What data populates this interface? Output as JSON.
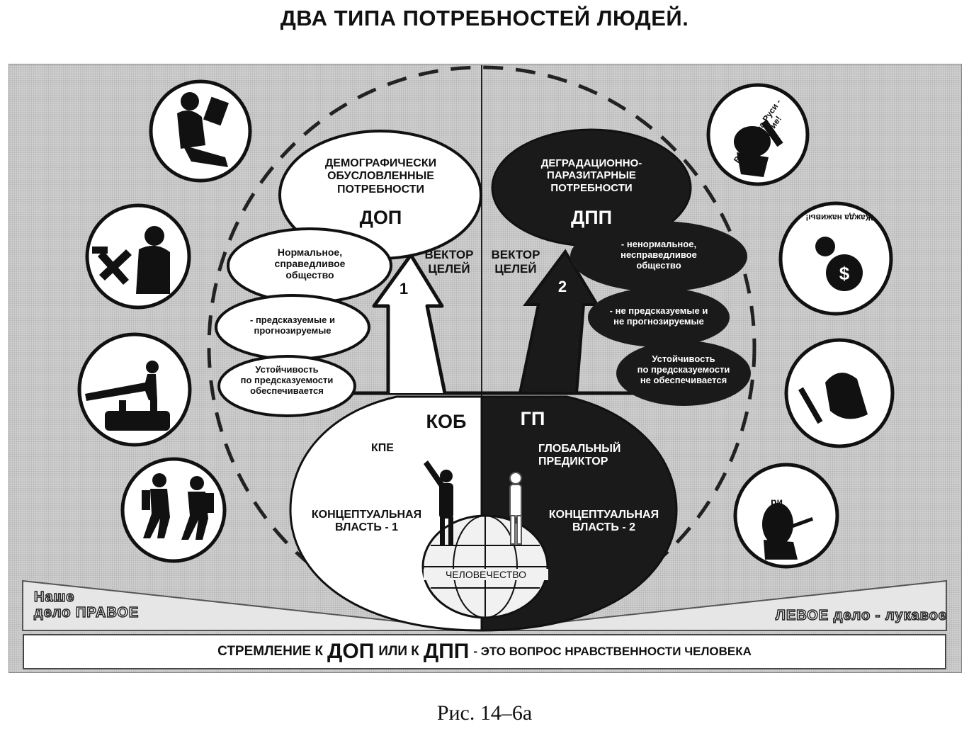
{
  "title": "ДВА ТИПА ПОТРЕБНОСТЕЙ ЛЮДЕЙ.",
  "caption": "Рис. 14–6а",
  "left": {
    "main_l1": "ДЕМОГРАФИЧЕСКИ",
    "main_l2": "ОБУСЛОВЛЕННЫЕ",
    "main_l3": "ПОТРЕБНОСТИ",
    "abbr": "ДОП",
    "b1_l1": "Нормальное,",
    "b1_l2": "справедливое",
    "b1_l3": "общество",
    "b2_l1": "- предсказуемые и",
    "b2_l2": "прогнозируемые",
    "b3_l1": "Устойчивость",
    "b3_l2": "по предсказуемости",
    "b3_l3": "обеспечивается",
    "vector_l1": "ВЕКТОР",
    "vector_l2": "ЦЕЛЕЙ",
    "arrow_num": "1",
    "kob": "КОБ",
    "kpe": "КПЕ",
    "power_l1": "КОНЦЕПТУАЛЬНАЯ",
    "power_l2": "ВЛАСТЬ - 1",
    "slogan_l1": "Наше",
    "slogan_l2": "дело ПРАВОЕ"
  },
  "right": {
    "main_l1": "ДЕГРАДАЦИОННО-",
    "main_l2": "ПАРАЗИТАРНЫЕ",
    "main_l3": "ПОТРЕБНОСТИ",
    "abbr": "ДПП",
    "b1_l1": "- ненормальное,",
    "b1_l2": "несправедливое",
    "b1_l3": "общество",
    "b2_l1": "- не предсказуемые и",
    "b2_l2": "не прогнозируемые",
    "b3_l1": "Устойчивость",
    "b3_l2": "по предсказуемости",
    "b3_l3": "не обеспечивается",
    "vector_l1": "ВЕКТОР",
    "vector_l2": "ЦЕЛЕЙ",
    "arrow_num": "2",
    "gp": "ГП",
    "predictor_l1": "ГЛОБАЛЬНЫЙ",
    "predictor_l2": "ПРЕДИКТОР",
    "power_l1": "КОНЦЕПТУАЛЬНАЯ",
    "power_l2": "ВЛАСТЬ - 2",
    "slogan": "ЛЕВОЕ дело - лукавое",
    "circle1_text": "Веселие на Руси - есть питие!",
    "circle2_text": "Жажда наживы!",
    "circle4_text": "ри"
  },
  "globe_label": "ЧЕЛОВЕЧЕСТВО",
  "banner": {
    "p1": "СТРЕМЛЕНИЕ К",
    "s1": "ДОП",
    "p2": "ИЛИ К",
    "s2": "ДПП",
    "p3": "- ЭТО ВОПРОС НРАВСТВЕННОСТИ ЧЕЛОВЕКА"
  }
}
